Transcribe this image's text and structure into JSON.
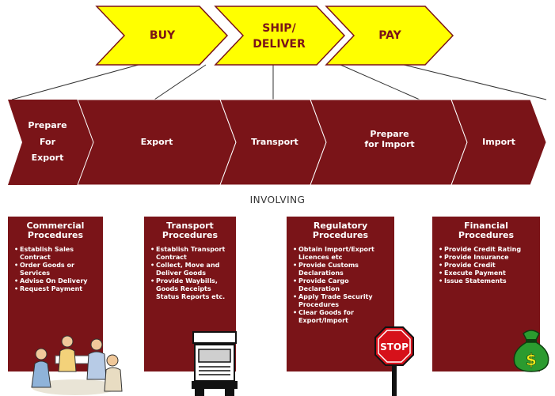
{
  "top_stages": [
    {
      "name": "buy",
      "label": "BUY"
    },
    {
      "name": "ship-deliver",
      "label": "SHIP/\nDELIVER"
    },
    {
      "name": "pay",
      "label": "PAY"
    }
  ],
  "process_stages": [
    {
      "name": "prepare-for-export",
      "label": "Prepare\nFor\nExport"
    },
    {
      "name": "export",
      "label": "Export"
    },
    {
      "name": "transport",
      "label": "Transport"
    },
    {
      "name": "prepare-for-import",
      "label": "Prepare\nfor Import"
    },
    {
      "name": "import",
      "label": "Import"
    }
  ],
  "involving_label": "INVOLVING",
  "procedures": [
    {
      "title": "Commercial\nProcedures",
      "items": [
        "Establish Sales Contract",
        "Order Goods or Services",
        "Advise On Delivery",
        "Request Payment"
      ]
    },
    {
      "title": "Transport\nProcedures",
      "items": [
        "Establish Transport Contract",
        "Collect, Move and Deliver Goods",
        "Provide Waybills, Goods Receipts Status Reports etc."
      ]
    },
    {
      "title": "Regulatory\nProcedures",
      "items": [
        "Obtain Import/Export Licences etc",
        "Provide Customs Declarations",
        "Provide Cargo Declaration",
        "Apply Trade Security Procedures",
        "Clear Goods for Export/Import"
      ]
    },
    {
      "title": "Financial\nProcedures",
      "items": [
        "Provide Credit Rating",
        "Provide Insurance",
        "Provide Credit",
        "Execute Payment",
        "Issue Statements"
      ]
    }
  ],
  "illustrations": {
    "stop_sign": "STOP",
    "money_bag": "$"
  },
  "colors": {
    "top_fill": "#ffff00",
    "top_text": "#7a1418",
    "process_fill": "#7a1418",
    "text_light": "#ffffff"
  }
}
